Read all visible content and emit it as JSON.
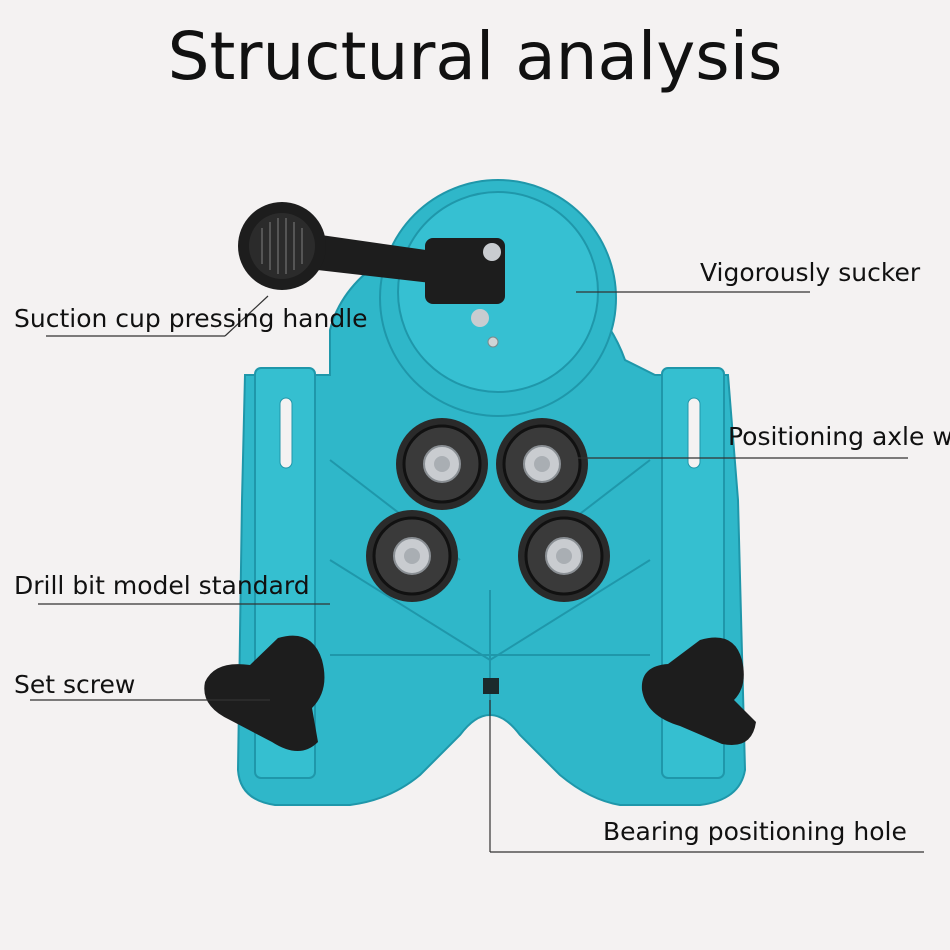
{
  "title": "Structural analysis",
  "colors": {
    "background": "#f4f2f2",
    "plate": "#2fb7c9",
    "plate_dark": "#1f97aa",
    "knob": "#1d1d1d",
    "bearing": "#2a2a2a",
    "bolt": "#c9ccd0"
  },
  "labels": {
    "handle": "Suction cup pressing handle",
    "sucker": "Vigorously sucker",
    "axle": "Positioning axle w",
    "drill": "Drill bit model standard",
    "screw": "Set screw",
    "hole": "Bearing positioning hole"
  },
  "icons": [
    "handle-icon",
    "sucker-icon",
    "bearing-icon",
    "knob-icon"
  ]
}
